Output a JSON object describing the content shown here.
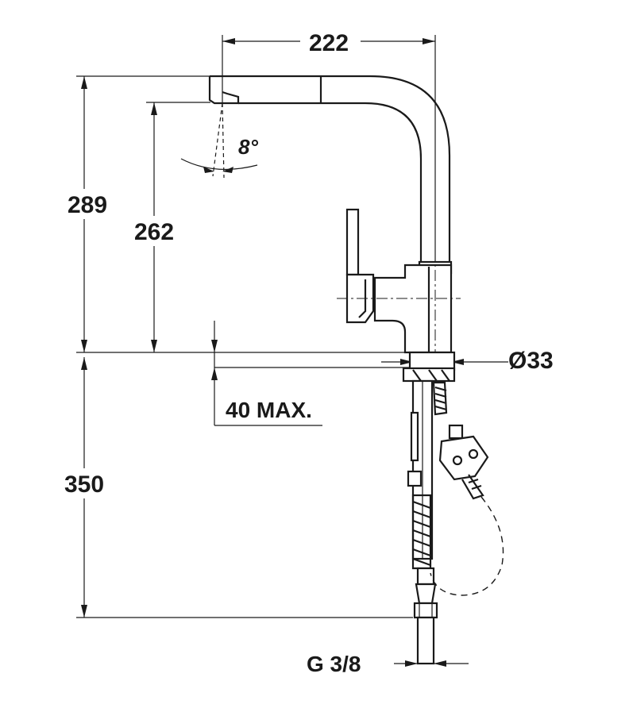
{
  "dimensions": {
    "spout_reach": "222",
    "total_height": "289",
    "spout_height": "262",
    "swivel_angle": "8°",
    "deck_thickness": "40 MAX.",
    "hole_diameter": "Ø33",
    "hose_length": "350",
    "connection_thread": "G 3/8"
  },
  "colors": {
    "line": "#1a1a1a",
    "background": "#ffffff"
  }
}
